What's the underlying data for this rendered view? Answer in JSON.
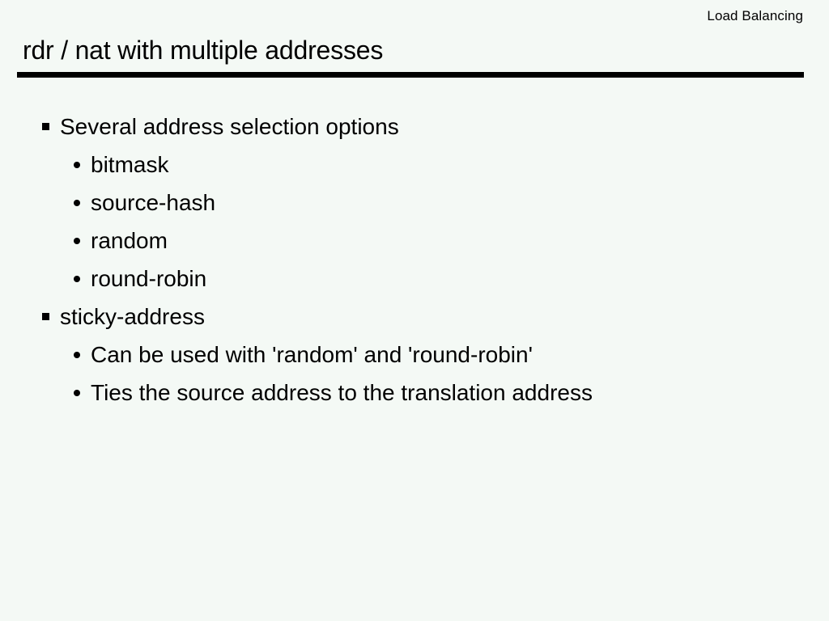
{
  "slide": {
    "header": "Load Balancing",
    "title": "rdr / nat with multiple addresses",
    "colors": {
      "background": "#f4f9f5",
      "text": "#000000",
      "rule": "#000000"
    },
    "bullets": [
      {
        "level": 1,
        "marker": "square-bullet-icon",
        "text": "Several address selection options"
      },
      {
        "level": 2,
        "marker": "round-bullet-icon",
        "text": "bitmask"
      },
      {
        "level": 2,
        "marker": "round-bullet-icon",
        "text": "source-hash"
      },
      {
        "level": 2,
        "marker": "round-bullet-icon",
        "text": "random"
      },
      {
        "level": 2,
        "marker": "round-bullet-icon",
        "text": "round-robin"
      },
      {
        "level": 1,
        "marker": "square-bullet-icon",
        "text": "sticky-address"
      },
      {
        "level": 2,
        "marker": "round-bullet-icon",
        "text": "Can be used with 'random' and 'round-robin'"
      },
      {
        "level": 2,
        "marker": "round-bullet-icon",
        "text": "Ties the source address to the translation address"
      }
    ]
  }
}
